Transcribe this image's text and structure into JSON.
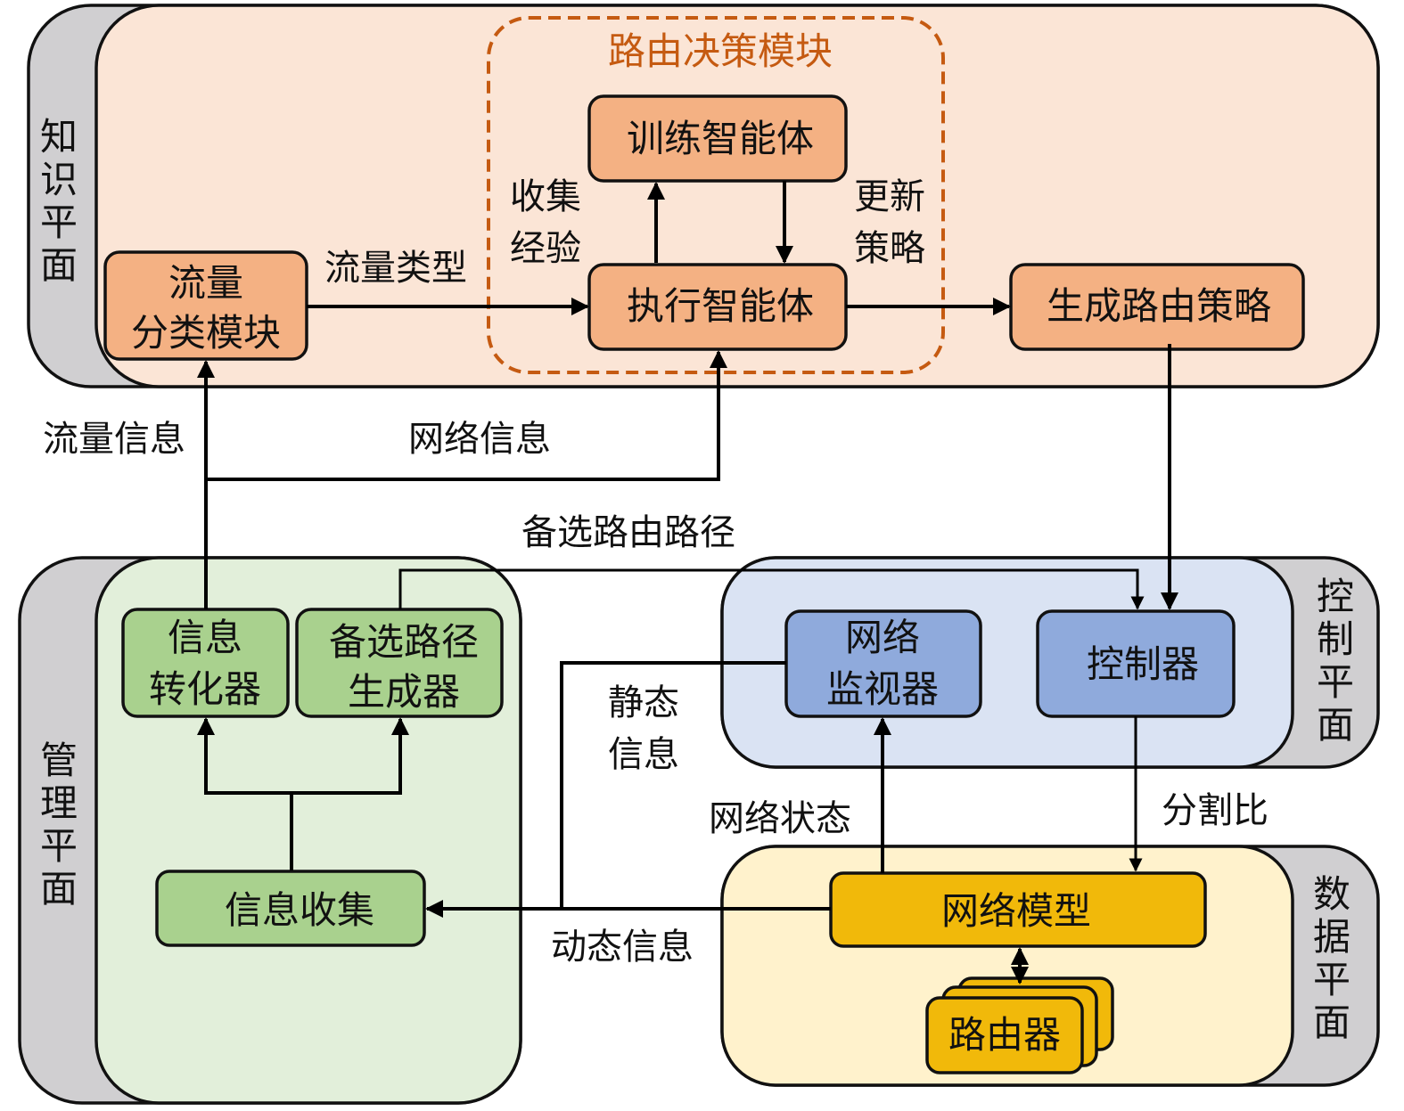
{
  "colors": {
    "plane_side": "#d0cfd1",
    "knowledge_bg": "#fbe5d6",
    "knowledge_box": "#f4b183",
    "decision_dash": "#c55a11",
    "management_bg": "#e2efda",
    "management_box": "#a9d18e",
    "control_bg": "#dae3f3",
    "control_box": "#8faadc",
    "data_bg": "#fff2cc",
    "data_box": "#f1b90a"
  },
  "planes": {
    "knowledge": [
      "知",
      "识",
      "平",
      "面"
    ],
    "management": [
      "管",
      "理",
      "平",
      "面"
    ],
    "control": [
      "控",
      "制",
      "平",
      "面"
    ],
    "data": [
      "数",
      "据",
      "平",
      "面"
    ]
  },
  "knowledge": {
    "traffic_classifier": [
      "流量",
      "分类模块"
    ],
    "decision_module_title": "路由决策模块",
    "train_agent": "训练智能体",
    "exec_agent": "执行智能体",
    "gen_strategy": "生成路由策略",
    "label_traffic_type": "流量类型",
    "label_collect": [
      "收集",
      "经验"
    ],
    "label_update": [
      "更新",
      "策略"
    ]
  },
  "management": {
    "info_converter": [
      "信息",
      "转化器"
    ],
    "path_generator": [
      "备选路径",
      "生成器"
    ],
    "info_collect": "信息收集"
  },
  "control": {
    "monitor": [
      "网络",
      "监视器"
    ],
    "controller": "控制器"
  },
  "data_plane": {
    "network_model": "网络模型",
    "router": "路由器"
  },
  "edge_labels": {
    "traffic_info": "流量信息",
    "network_info": "网络信息",
    "candidate_paths": "备选路由路径",
    "static_info": [
      "静态",
      "信息"
    ],
    "network_state": "网络状态",
    "split_ratio": "分割比",
    "dynamic_info": "动态信息"
  }
}
